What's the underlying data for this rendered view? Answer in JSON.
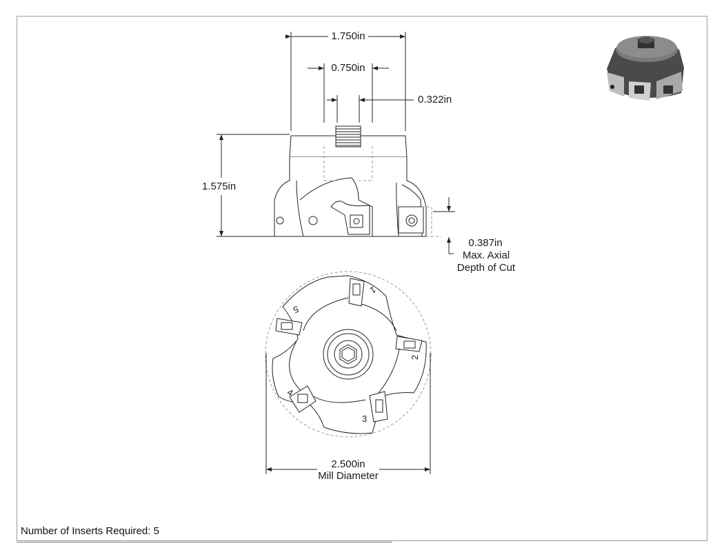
{
  "dimensions": {
    "body_diameter": "1.750in",
    "shank_diameter": "0.750in",
    "thread_offset": "0.322in",
    "height": "1.575in",
    "axial_depth_value": "0.387in",
    "axial_depth_line1": "Max. Axial",
    "axial_depth_line2": "Depth of Cut",
    "mill_diameter_value": "2.500in",
    "mill_diameter_label": "Mill Diameter"
  },
  "insert_numbers": [
    "1",
    "2",
    "3",
    "4",
    "5"
  ],
  "footer": {
    "inserts_required": "Number of Inserts Required: 5"
  },
  "colors": {
    "line": "#222222",
    "body_fill": "#ffffff",
    "hidden_line": "#9a9a9a",
    "render_dark": "#4a4a4a",
    "render_light": "#bdbdbd"
  }
}
